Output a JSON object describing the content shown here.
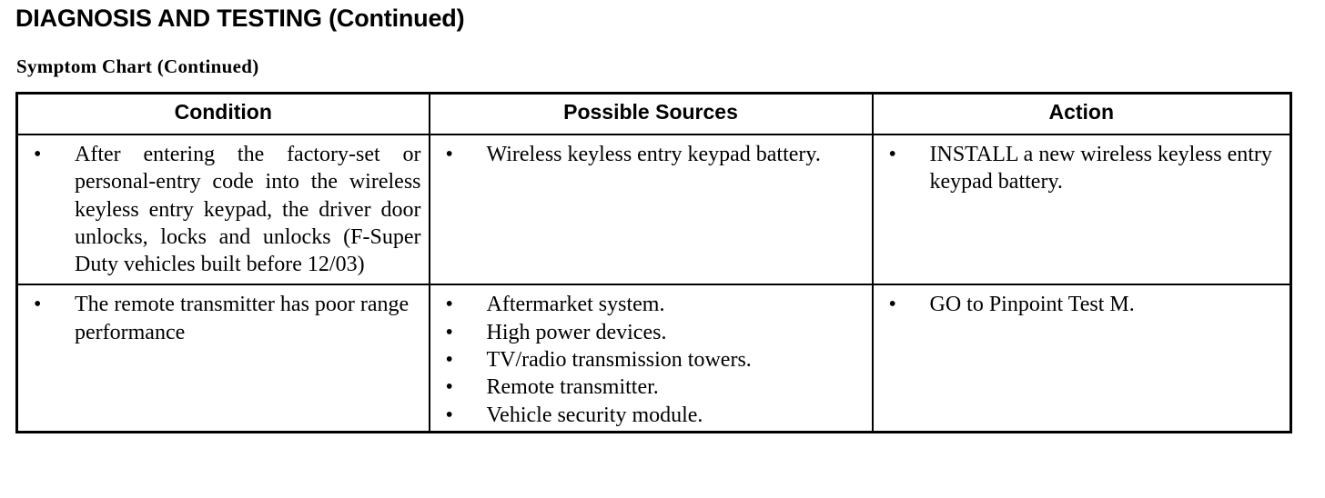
{
  "document": {
    "title": "DIAGNOSIS AND TESTING (Continued)",
    "subtitle": "Symptom Chart (Continued)"
  },
  "table": {
    "headers": {
      "condition": "Condition",
      "possible_sources": "Possible Sources",
      "action": "Action"
    },
    "bullet_glyph": "•",
    "rows": [
      {
        "condition": [
          "After entering the factory-set or personal-entry code into the wireless keyless entry keypad, the driver door unlocks, locks and unlocks (F-Super Duty vehicles built before 12/03)"
        ],
        "possible_sources": [
          "Wireless keyless entry keypad battery."
        ],
        "action": [
          "INSTALL a new wireless keyless entry keypad battery."
        ]
      },
      {
        "condition": [
          "The remote transmitter has poor range performance"
        ],
        "possible_sources": [
          "Aftermarket system.",
          "High power devices.",
          "TV/radio transmission towers.",
          "Remote transmitter.",
          "Vehicle security module."
        ],
        "action": [
          "GO to Pinpoint Test M."
        ]
      }
    ]
  }
}
